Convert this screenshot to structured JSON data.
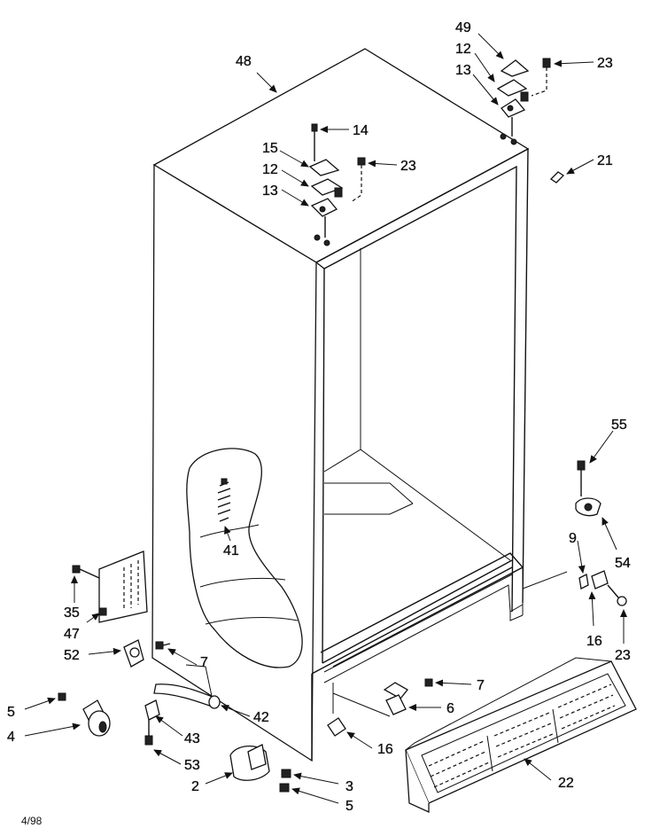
{
  "footer": {
    "date_code": "4/98"
  },
  "callouts": {
    "c48": "48",
    "c49": "49",
    "c12a": "12",
    "c13a": "13",
    "c23a": "23",
    "c14": "14",
    "c15": "15",
    "c12b": "12",
    "c23b": "23",
    "c13b": "13",
    "c21": "21",
    "c55": "55",
    "c41": "41",
    "c9": "9",
    "c54": "54",
    "c35": "35",
    "c47": "47",
    "c52": "52",
    "c7a": "7",
    "c16a": "16",
    "c23c": "23",
    "c7b": "7",
    "c5a": "5",
    "c42": "42",
    "c6": "6",
    "c4": "4",
    "c43": "43",
    "c16b": "16",
    "c53": "53",
    "c22": "22",
    "c3": "3",
    "c2": "2",
    "c5b": "5"
  }
}
